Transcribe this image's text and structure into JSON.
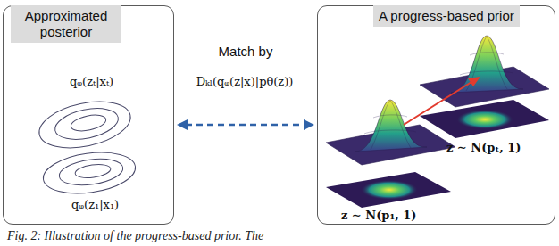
{
  "diagram": {
    "caption": "Fig. 2: Illustration of the progress-based prior. The",
    "nodes": [
      {
        "text": [
          "Approximated posterior"
        ]
      },
      {
        "text": [
          "A progress-based prior"
        ]
      }
    ],
    "edges": [
      {
        "from": 0,
        "to": 1,
        "arrow": "both"
      }
    ],
    "labels": [
      "qᵩ(zₜ|xₜ)",
      "qᵩ(z₁|x₁)",
      "Match by",
      "Dₖₗ(qᵩ(z|x)|pθ(z))",
      "z ∼ N(pₜ, 1)",
      "z ∼ N(p₁, 1)"
    ]
  }
}
